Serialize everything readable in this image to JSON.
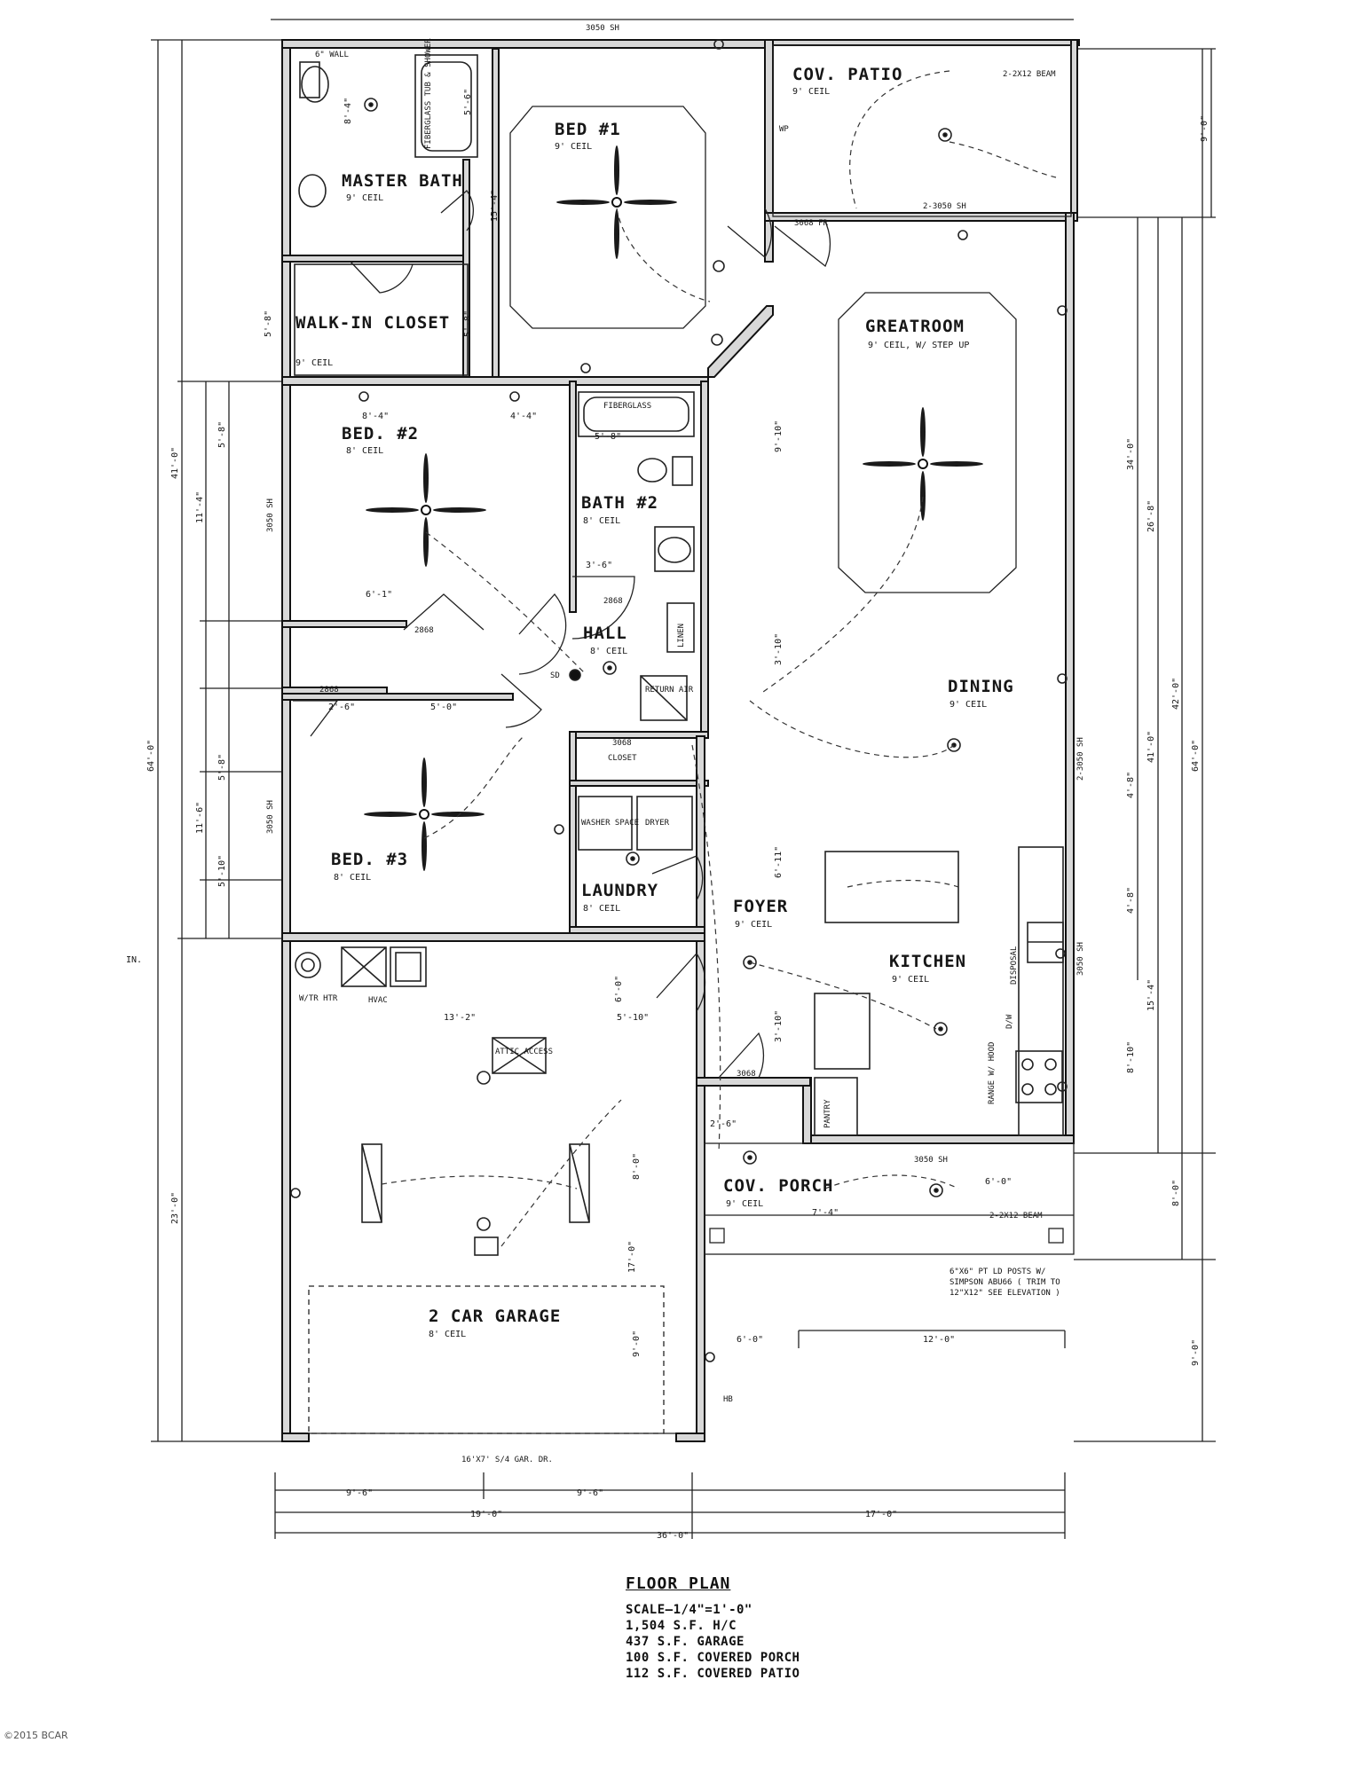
{
  "rooms": {
    "master_bath": {
      "label": "MASTER BATH",
      "ceil": "9' CEIL"
    },
    "walk_in_closet": {
      "label": "WALK-IN CLOSET",
      "ceil": "9' CEIL"
    },
    "bed1": {
      "label": "BED #1",
      "ceil": "9' CEIL"
    },
    "cov_patio": {
      "label": "COV. PATIO",
      "ceil": "9' CEIL"
    },
    "greatroom": {
      "label": "GREATROOM",
      "ceil": "9' CEIL, W/ STEP UP"
    },
    "bed2": {
      "label": "BED. #2",
      "ceil": "8' CEIL"
    },
    "bath2": {
      "label": "BATH #2",
      "ceil": "8' CEIL"
    },
    "hall": {
      "label": "HALL",
      "ceil": "8' CEIL"
    },
    "dining": {
      "label": "DINING",
      "ceil": "9' CEIL"
    },
    "bed3": {
      "label": "BED. #3",
      "ceil": "8' CEIL"
    },
    "laundry": {
      "label": "LAUNDRY",
      "ceil": "8' CEIL"
    },
    "foyer": {
      "label": "FOYER",
      "ceil": "9' CEIL"
    },
    "kitchen": {
      "label": "KITCHEN",
      "ceil": "9' CEIL"
    },
    "garage": {
      "label": "2 CAR GARAGE",
      "ceil": "8' CEIL"
    },
    "cov_porch": {
      "label": "COV. PORCH",
      "ceil": "9' CEIL"
    }
  },
  "fixtures": {
    "tub_shower": "FIBERGLASS TUB & SHOWER",
    "fiberglass_tub": "FIBERGLASS",
    "linen": "LINEN",
    "return_air": "RETURN AIR",
    "closet": "CLOSET",
    "washer": "WASHER SPACE",
    "dryer": "DRYER",
    "wtr_htr": "W/TR HTR",
    "hvac": "HVAC",
    "attic": "ATTIC ACCESS",
    "pantry": "PANTRY",
    "disposal": "DISPOSAL",
    "dw": "D/W",
    "range": "RANGE W/ HOOD",
    "beam_patio": "2-2X12 BEAM",
    "beam_porch": "2-2X12 BEAM",
    "post_note": "6\"X6\" PT LD POSTS W/ SIMPSON ABU66 ( TRIM TO 12\"X12\" SEE ELEVATION )",
    "garage_door": "16'X7' S/4 GAR. DR.",
    "sd": "SD",
    "wp": "WP",
    "hb": "HB",
    "wall_note": "6\" WALL"
  },
  "openings": {
    "d2868": "2868",
    "d3068": "3068",
    "d3068fr": "3068 FR",
    "d3050": "3050 SH",
    "d2_3050": "2-3050 SH"
  },
  "dimensions": {
    "overall_width": "36'-0\"",
    "left_part": "19'-0\"",
    "right_part": "17'-0\"",
    "g_left": "9'-6\"",
    "g_right": "9'-6\"",
    "overall_depth_left": "64'-0\"",
    "overall_depth_right": "64'-0\"",
    "d41": "41'-0\"",
    "d23": "23'-0\"",
    "d42": "42'-0\"",
    "d34": "34'-0\"",
    "d26": "26'-8\"",
    "d9": "9'-0\"",
    "d15_4": "15'-4\"",
    "d12": "12'-0\"",
    "d6": "6'-0\"",
    "d11_4": "11'-4\"",
    "d11_6": "11'-6\"",
    "d5_8": "5'-8\"",
    "d8_4": "8'-4\"",
    "d5_0": "5'-0\"",
    "d3_6": "3'-6\"",
    "d4_4": "4'-4\"",
    "d9_10": "9'-10\"",
    "d13_2": "13'-2\"",
    "d5_10": "5'-10\"",
    "d8_10": "8'-10\"",
    "d17": "17'-0\"",
    "d8_0": "8'-0\"",
    "d6_0": "6'-0\"",
    "d7_4": "7'-4\"",
    "d5_6": "5'-6\"",
    "d2_6": "2'-6\"",
    "d4_8": "4'-8\"",
    "d3_10": "3'-10\"",
    "d6_11": "6'-11\"",
    "d6_1": "6'-1\"",
    "in_label": "IN."
  },
  "legend": {
    "title": "FLOOR PLAN",
    "scale": "SCALE—1/4\"=1'-0\"",
    "hc": "1,504 S.F. H/C",
    "garage": "437 S.F. GARAGE",
    "porch": "100 S.F. COVERED PORCH",
    "patio": "112 S.F. COVERED PATIO"
  },
  "copyright": "©2015 BCAR",
  "icons": [
    "ceiling-fan-icon",
    "light-fixture-icon",
    "smoke-detector-icon",
    "toilet-icon",
    "sink-icon",
    "range-icon",
    "door-swing-icon"
  ]
}
